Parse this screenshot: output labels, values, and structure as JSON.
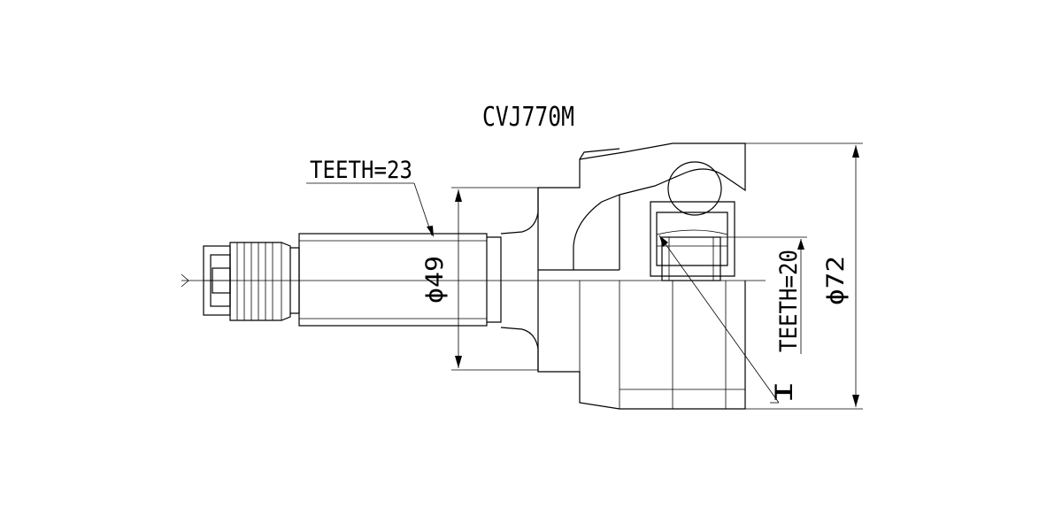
{
  "drawing": {
    "part_number": "CVJ770M",
    "outer_spline_label": "TEETH=23",
    "inner_spline_label": "TEETH=20",
    "shaft_diameter_label": "ϕ49",
    "outer_diameter_label": "ϕ72",
    "section_marker": "I"
  },
  "colors": {
    "line": "#000000",
    "background": "#ffffff"
  }
}
